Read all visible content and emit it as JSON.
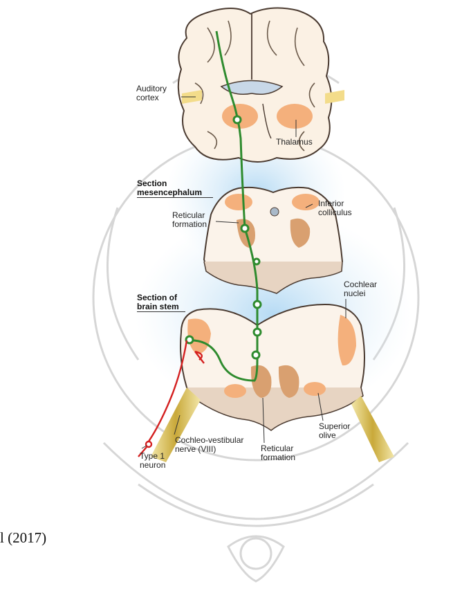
{
  "labels": {
    "auditory_cortex": "Auditory\ncortex",
    "thalamus": "Thalamus",
    "section_mesencephalum": "Section\nmesencephalum",
    "reticular_formation_upper": "Reticular\nformation",
    "inferior_colliculus": "Inferior\ncolliculus",
    "section_brain_stem": "Section of\nbrain stem",
    "cochlear_nuclei": "Cochlear\nnuclei",
    "superior_olive": "Superior\nolive",
    "cochleo_vestibular_nerve": "Cochleo-vestibular\nnerve (VIII)",
    "reticular_formation_lower": "Reticular\nformation",
    "type1_neuron": "Type 1\nneuron"
  },
  "caption": "l (2017)",
  "colors": {
    "pathway": "#2e8b2e",
    "neuron": "#d42020",
    "nucleus": "#f5b98a",
    "reticular": "#d9a070",
    "tissue": "#fbf3ea",
    "outline": "#4a3a30",
    "nerve": "#d8c060",
    "glow": "#bfe0f5",
    "watermark": "#cfcfcf"
  }
}
